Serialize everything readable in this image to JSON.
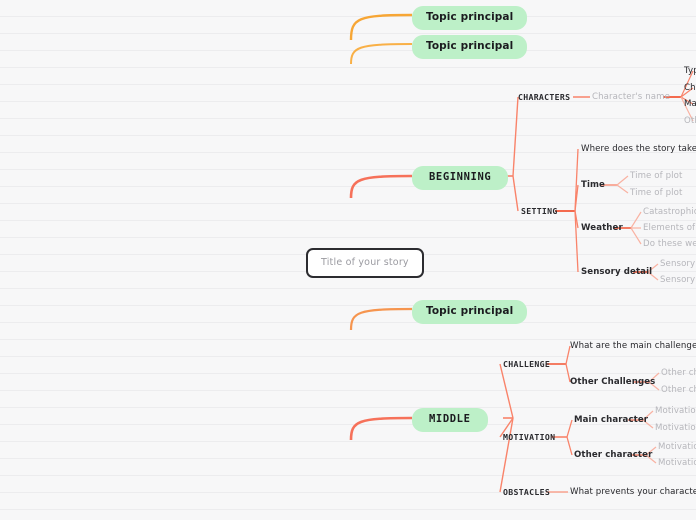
{
  "app": {
    "background_color": "#f7f7f8",
    "rule_line_color": "#ececee",
    "trunk_color_top": "#f5a623",
    "trunk_color_bottom": "#ef4b2c",
    "branch_color": "#f9836a",
    "pill_color": "#bdf0c8",
    "ghost_text_color": "#b6b6bb",
    "text_color": "#2a2a2e"
  },
  "root": {
    "placeholder": "Title of your story"
  },
  "topics": [
    {
      "label": "Topic principal"
    },
    {
      "label": "Topic principal"
    },
    {
      "label": "Topic principal"
    }
  ],
  "sections": [
    {
      "label": "BEGINNING",
      "branches": [
        {
          "label": "CHARACTERS",
          "children": [
            {
              "label": "Character's name",
              "ghost": true,
              "children": [
                {
                  "label": "Typ",
                  "ghost": false
                },
                {
                  "label": "Cha",
                  "ghost": false
                },
                {
                  "label": "Mai",
                  "ghost": false
                },
                {
                  "label": "Oth",
                  "ghost": true
                }
              ]
            }
          ]
        },
        {
          "label": "SETTING",
          "children": [
            {
              "label": "Where does the story takes place?",
              "ghost": false
            },
            {
              "label": "Time",
              "ghost": false,
              "children": [
                {
                  "label": "Time of plot",
                  "ghost": true
                },
                {
                  "label": "Time of plot",
                  "ghost": true
                }
              ]
            },
            {
              "label": "Weather",
              "ghost": false,
              "children": [
                {
                  "label": "Catastrophic even",
                  "ghost": true
                },
                {
                  "label": "Elements of natur",
                  "ghost": true
                },
                {
                  "label": "Do these weather",
                  "ghost": true
                }
              ]
            },
            {
              "label": "Sensory detail",
              "ghost": false,
              "children": [
                {
                  "label": "Sensory det",
                  "ghost": true
                },
                {
                  "label": "Sensory det",
                  "ghost": true
                }
              ]
            }
          ]
        }
      ]
    },
    {
      "label": "MIDDLE",
      "branches": [
        {
          "label": "CHALLENGE",
          "children": [
            {
              "label": "What are the main challenges in your",
              "ghost": false
            },
            {
              "label": "Other Challenges",
              "ghost": false,
              "children": [
                {
                  "label": "Other challe",
                  "ghost": true
                },
                {
                  "label": "Other challe",
                  "ghost": true
                }
              ]
            }
          ]
        },
        {
          "label": "MOTIVATION",
          "children": [
            {
              "label": "Main character",
              "ghost": false,
              "children": [
                {
                  "label": "Motivation",
                  "ghost": true
                },
                {
                  "label": "Motivation",
                  "ghost": true
                }
              ]
            },
            {
              "label": "Other character",
              "ghost": false,
              "children": [
                {
                  "label": "Motivation",
                  "ghost": true
                },
                {
                  "label": "Motivation",
                  "ghost": true
                }
              ]
            }
          ]
        },
        {
          "label": "OBSTACLES",
          "children": [
            {
              "label": "What prevents your character from ac",
              "ghost": false
            }
          ]
        }
      ]
    }
  ]
}
